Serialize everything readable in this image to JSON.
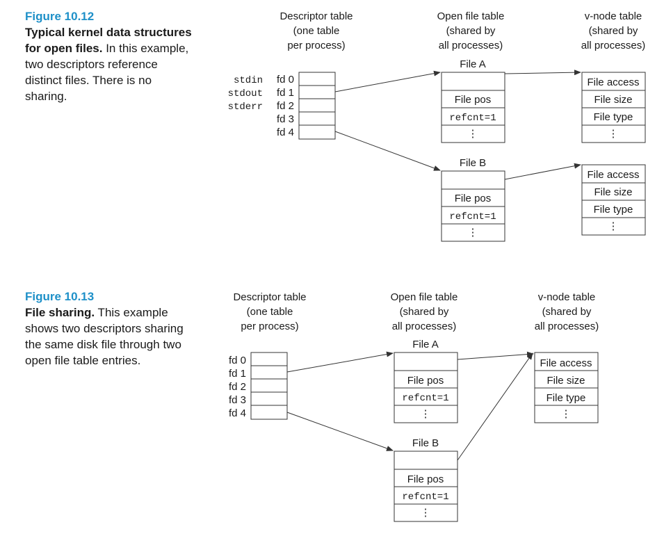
{
  "fig12": {
    "number": "Figure 10.12",
    "title": "Typical kernel data structures for open files.",
    "description": " In this example, two descriptors reference distinct files. There is no sharing.",
    "descriptor_header": [
      "Descriptor table",
      "(one table",
      "per process)"
    ],
    "open_header": [
      "Open file table",
      "(shared by",
      "all processes)"
    ],
    "vnode_header": [
      "v-node table",
      "(shared by",
      "all processes)"
    ],
    "std_labels": [
      "stdin",
      "stdout",
      "stderr"
    ],
    "fd_labels": [
      "fd 0",
      "fd 1",
      "fd 2",
      "fd 3",
      "fd 4"
    ],
    "file_a": "File A",
    "file_b": "File B",
    "open_entry": [
      "File pos",
      "refcnt=1",
      "⋮"
    ],
    "vnode_entry": [
      "File access",
      "File size",
      "File type",
      "⋮"
    ]
  },
  "fig13": {
    "number": "Figure 10.13",
    "title": "File sharing.",
    "description": " This example shows two descriptors sharing the same disk file through two open file table entries.",
    "descriptor_header": [
      "Descriptor table",
      "(one table",
      "per process)"
    ],
    "open_header": [
      "Open file table",
      "(shared by",
      "all processes)"
    ],
    "vnode_header": [
      "v-node table",
      "(shared by",
      "all processes)"
    ],
    "fd_labels": [
      "fd 0",
      "fd 1",
      "fd 2",
      "fd 3",
      "fd 4"
    ],
    "file_a": "File A",
    "file_b": "File B",
    "open_entry": [
      "File pos",
      "refcnt=1",
      "⋮"
    ],
    "vnode_entry": [
      "File access",
      "File size",
      "File type",
      "⋮"
    ]
  }
}
